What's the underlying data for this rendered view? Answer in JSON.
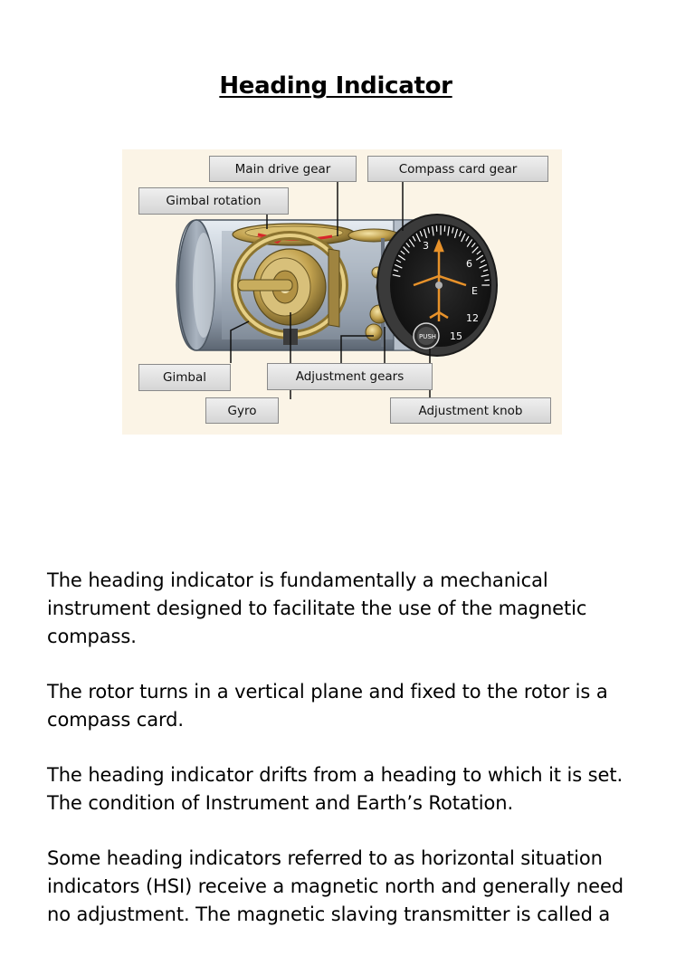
{
  "page": {
    "title": "Heading Indicator"
  },
  "figure": {
    "callouts": {
      "main_drive_gear": "Main drive gear",
      "compass_card_gear": "Compass card gear",
      "gimbal_rotation": "Gimbal rotation",
      "gimbal": "Gimbal",
      "adjustment_gears": "Adjustment gears",
      "gyro": "Gyro",
      "adjustment_knob": "Adjustment knob"
    },
    "dial_numbers": [
      "3",
      "6",
      "E",
      "12",
      "15"
    ],
    "knob_label": "PUSH",
    "colors": {
      "background": "#fbf4e6",
      "casing": "#b9c3cf",
      "gold": "#c2a24f",
      "arrow_red": "#d8262a",
      "aircraft_orange": "#e8922a"
    }
  },
  "body": {
    "paragraphs": [
      "The heading indicator is fundamentally a mechanical instrument designed to facilitate the use of the magnetic compass.",
      "The rotor turns in a vertical plane and fixed to the rotor is a compass card.",
      "The heading indicator drifts from a heading to which it is set. The condition of Instrument and Earth’s Rotation.",
      "Some heading indicators referred to as horizontal situation indicators (HSI) receive a magnetic north and generally need no adjustment. The magnetic slaving transmitter is called a"
    ]
  }
}
